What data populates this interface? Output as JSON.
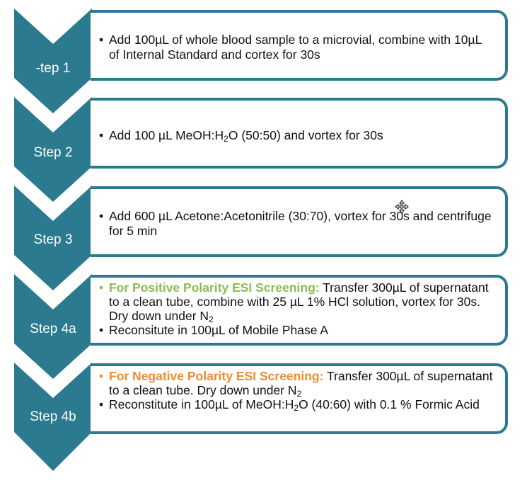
{
  "colors": {
    "chevron": "#2b7a8f",
    "box_border": "#2b7a8f",
    "positive_highlight": "#8dbb52",
    "negative_highlight": "#ef8b35"
  },
  "steps": [
    {
      "label": "-tep 1",
      "bullets": [
        {
          "text": "Add 100µL of whole blood sample to a microvial, combine with 10µL of Internal Standard and cortex for 30s"
        }
      ]
    },
    {
      "label": "Step 2",
      "bullets": [
        {
          "pre": "Add 100 µL MeOH:H",
          "sub": "2",
          "post": "O (50:50) and vortex for 30s"
        }
      ]
    },
    {
      "label": "Step 3",
      "bullets": [
        {
          "text": "Add 600 µL Acetone:Acetonitrile (30:70), vortex for 30s and centrifuge for 5 min"
        }
      ]
    },
    {
      "label": "Step 4a",
      "bullets": [
        {
          "highlight": "For Positive Polarity ESI Screening:",
          "pre": " Transfer 300µL of supernatant to a clean tube, combine with 25 µL 1% HCl solution, vortex for 30s. Dry down under N",
          "sub": "2"
        },
        {
          "text": "Reconsitute in 100µL of Mobile Phase A"
        }
      ]
    },
    {
      "label": "Step 4b",
      "bullets": [
        {
          "highlight": "For Negative Polarity ESI Screening:",
          "pre": " Transfer 300µL of supernatant to a clean tube. Dry down under N",
          "sub": "2"
        },
        {
          "pre": "Reconstitute in 100µL of MeOH:H",
          "sub": "2",
          "post": "O (40:60) with 0.1 % Formic Acid"
        }
      ]
    }
  ]
}
